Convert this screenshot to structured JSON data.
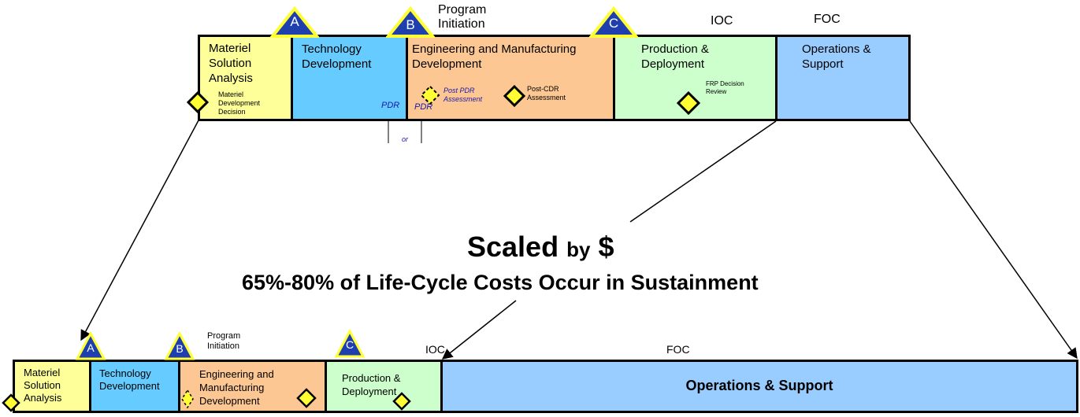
{
  "colors": {
    "materiel": "#ffff99",
    "technology": "#66ccff",
    "engineering": "#fcc792",
    "production": "#ccffcc",
    "operations": "#99ccff",
    "milestone_fill": "#1f3fae",
    "milestone_border": "#ffff33",
    "diamond_fill": "#ffff33",
    "arrow": "#000000"
  },
  "top": {
    "milestones": [
      {
        "letter": "A",
        "icon": "triangle-milestone"
      },
      {
        "letter": "B",
        "icon": "triangle-milestone"
      },
      {
        "letter": "C",
        "icon": "triangle-milestone"
      }
    ],
    "program_initiation": "Program Initiation",
    "ioc": "IOC",
    "foc": "FOC",
    "phases": {
      "materiel": "Materiel Solution Analysis",
      "technology": "Technology Development",
      "engineering": "Engineering and Manufacturing Development",
      "production": "Production & Deployment",
      "operations": "Operations & Support"
    },
    "materiel_decision": "Materiel Development Decision",
    "pdr1": "PDR",
    "pdr2": "PDR",
    "or": "or",
    "post_pdr": "Post PDR Assessment",
    "post_cdr": "Post-CDR Assessment",
    "frp": "FRP Decision Review"
  },
  "headline": {
    "scaled": "Scaled",
    "by": "by",
    "dollar": "$",
    "subtitle": "65%-80% of Life-Cycle Costs Occur in Sustainment"
  },
  "bottom": {
    "milestones": [
      {
        "letter": "A",
        "icon": "triangle-milestone"
      },
      {
        "letter": "B",
        "icon": "triangle-milestone"
      },
      {
        "letter": "C",
        "icon": "triangle-milestone"
      }
    ],
    "program_initiation": "Program Initiation",
    "ioc": "IOC",
    "foc": "FOC",
    "phases": {
      "materiel": "Materiel Solution Analysis",
      "technology": "Technology Development",
      "engineering": "Engineering and Manufacturing Development",
      "production": "Production & Deployment",
      "operations": "Operations & Support"
    }
  }
}
